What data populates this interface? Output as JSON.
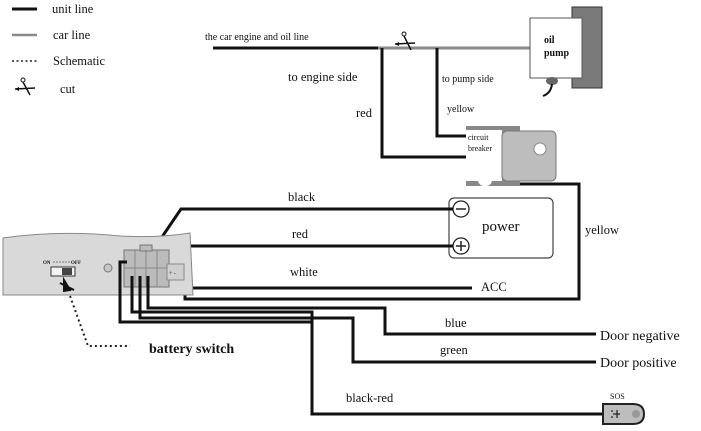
{
  "legend": {
    "items": [
      {
        "icon": "unit-line",
        "label": "unit line"
      },
      {
        "icon": "car-line",
        "label": "car line"
      },
      {
        "icon": "schematic-dotted-line",
        "label": "Schematic"
      },
      {
        "icon": "scissors-icon",
        "label": "cut"
      }
    ]
  },
  "top": {
    "engine_oil_line": "the car engine and oil line",
    "to_engine_side": "to engine side",
    "to_pump_side": "to pump side",
    "red": "red",
    "yellow": "yellow",
    "oil_pump_line1": "oil",
    "oil_pump_line2": "pump",
    "circuit_breaker_line1": "circuit",
    "circuit_breaker_line2": "breaker"
  },
  "device": {
    "switch_on": "ON",
    "switch_off": "OFF",
    "connector_pm": "+ -",
    "battery_switch": "battery switch"
  },
  "wires": {
    "black": "black",
    "red": "red",
    "white": "white",
    "yellow": "yellow",
    "blue": "blue",
    "green": "green",
    "black_red": "black-red"
  },
  "power": {
    "label": "power",
    "minus": "−",
    "plus": "+"
  },
  "outputs": {
    "acc": "ACC",
    "door_negative": "Door negative",
    "door_positive": "Door positive",
    "sos": "SOS"
  },
  "colors": {
    "unit_line": "#111111",
    "car_line": "#8a8a8a",
    "device_fill": "#d9d9d9",
    "breaker_gray": "#bdbdbd",
    "pump_back": "#7a7a7a"
  }
}
